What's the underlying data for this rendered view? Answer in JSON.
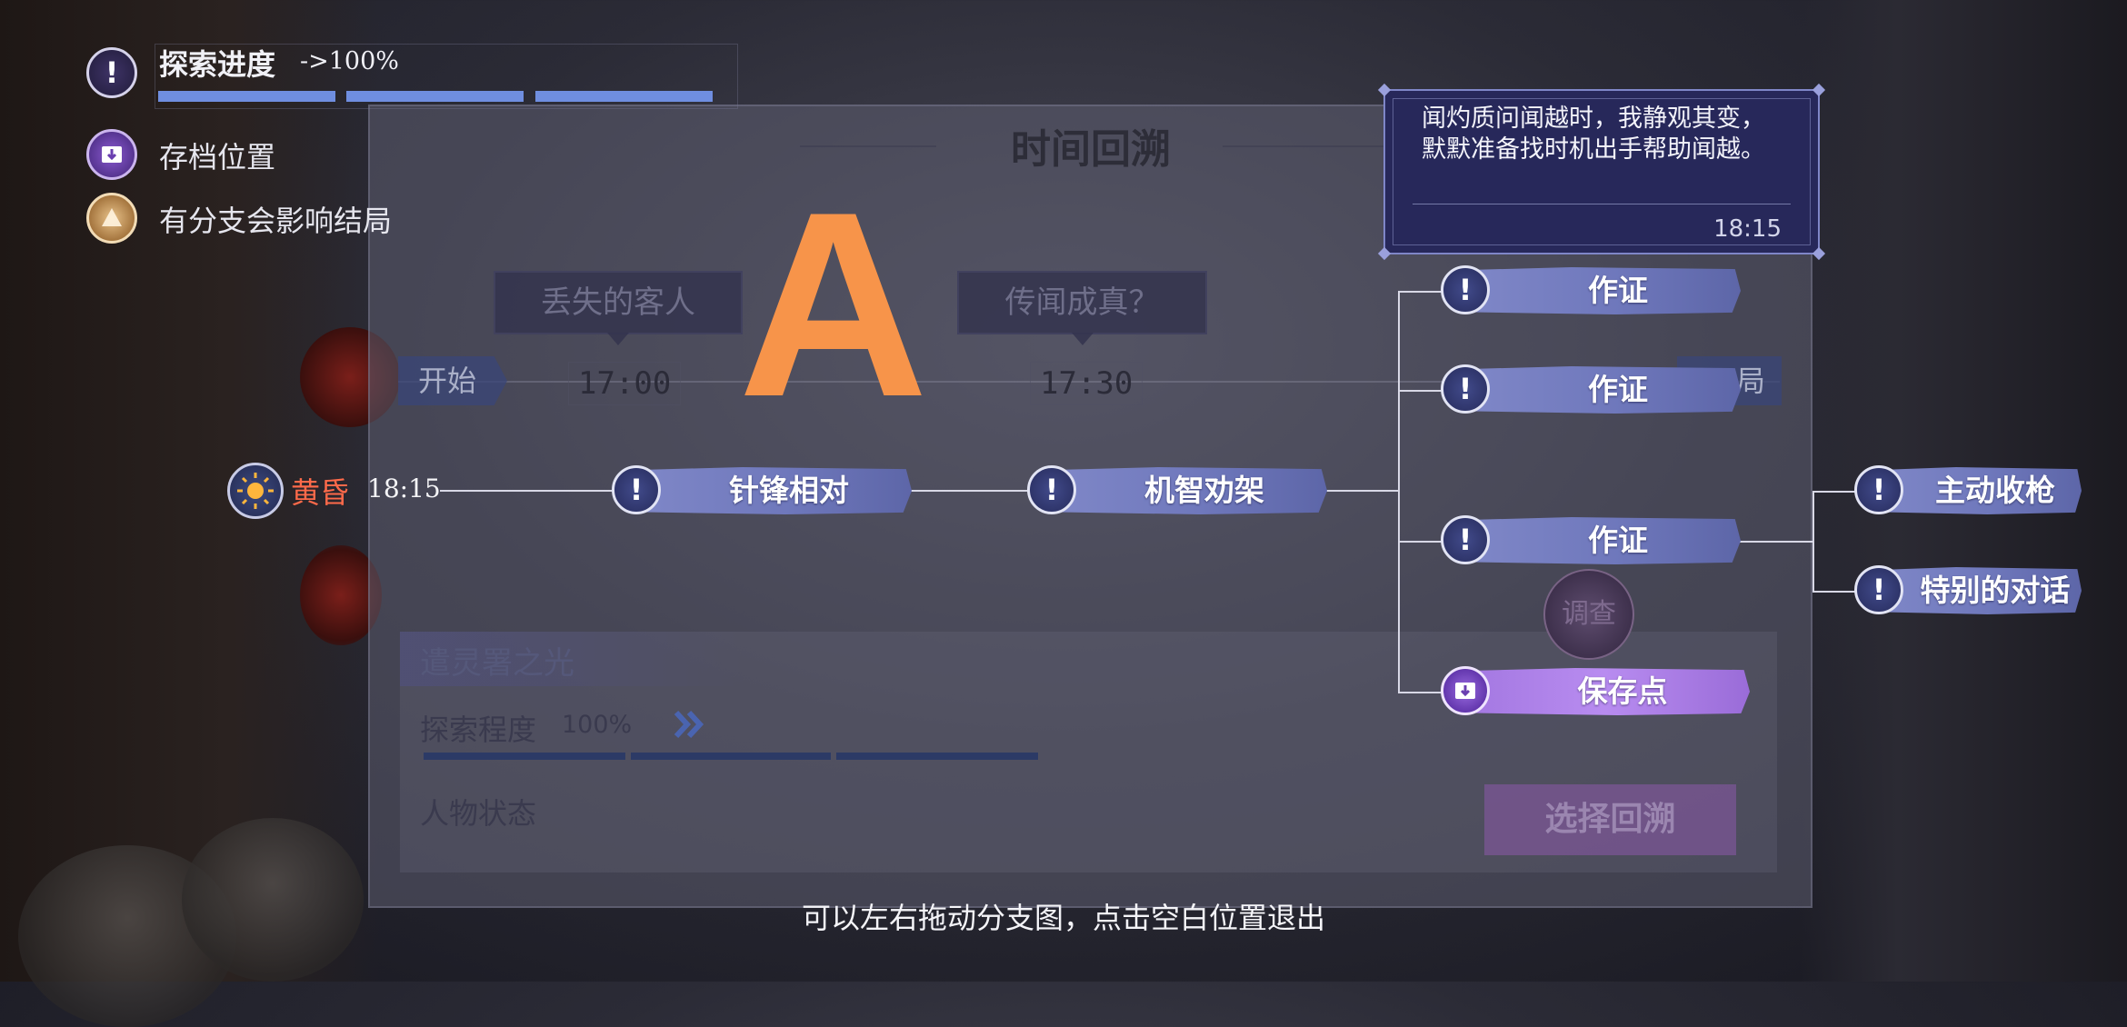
{
  "legend": {
    "progress_label": "探索进度",
    "progress_value": "->100%",
    "progress_fraction": 1.0,
    "save_label": "存档位置",
    "branch_label": "有分支会影响结局"
  },
  "panel": {
    "title": "时间回溯",
    "start_label": "开始",
    "end_label": "局",
    "events": [
      {
        "label": "丢失的客人",
        "time": "17:00"
      },
      {
        "label": "传闻成真？",
        "time": "17:30"
      }
    ]
  },
  "overlay_letter": "A",
  "dusk": {
    "label": "黄昏",
    "time": "18:15"
  },
  "nodes": {
    "n1": "针锋相对",
    "n2": "机智劝架",
    "b1": "作证",
    "b2": "作证",
    "b3": "作证",
    "save": "保存点",
    "r1": "主动收枪",
    "r2": "特别的对话"
  },
  "tooltip": {
    "text": "闻灼质问闻越时，我静观其变，默默准备找时机出手帮助闻越。",
    "time": "18:15"
  },
  "investigate_label": "调查",
  "info": {
    "title": "遣灵署之光",
    "progress_label": "探索程度",
    "progress_value": "100%",
    "char_state": "人物状态",
    "select_button": "选择回溯"
  },
  "hint": "可以左右拖动分支图，点击空白位置退出",
  "colors": {
    "accent_orange": "#f7944a",
    "dusk_red": "#ff6a4a",
    "node_blue": "#7079c0",
    "save_purple": "#a77ae4"
  }
}
